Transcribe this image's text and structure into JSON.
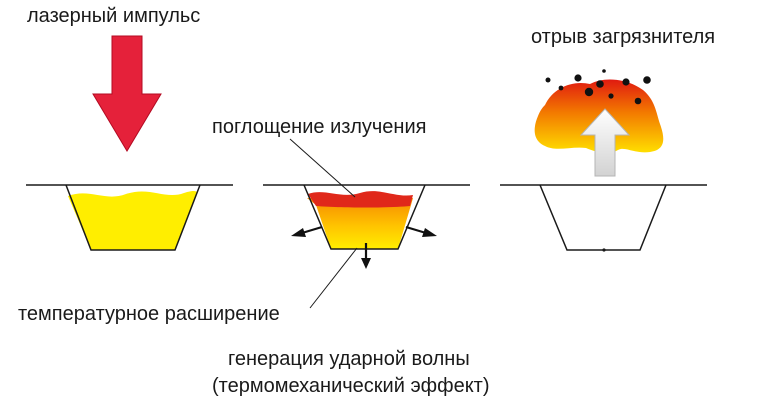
{
  "labels": {
    "laser_pulse": "лазерный импульс",
    "detachment": "отрыв загрязнителя",
    "absorption": "поглощение излучения",
    "thermal_expansion": "температурное расширение",
    "shock_wave_line1": "генерация ударной волны",
    "shock_wave_line2": "(термомеханический эффект)"
  },
  "colors": {
    "laser_arrow": "#e5213a",
    "contaminant_yellow": "#ffee00",
    "absorbed_layer_red": "#e0281a",
    "heat_orange": "#f7a000",
    "line_black": "#1a1a1a",
    "particle_black": "#111111",
    "ejection_arrow_gray": "#dcdcdc"
  }
}
